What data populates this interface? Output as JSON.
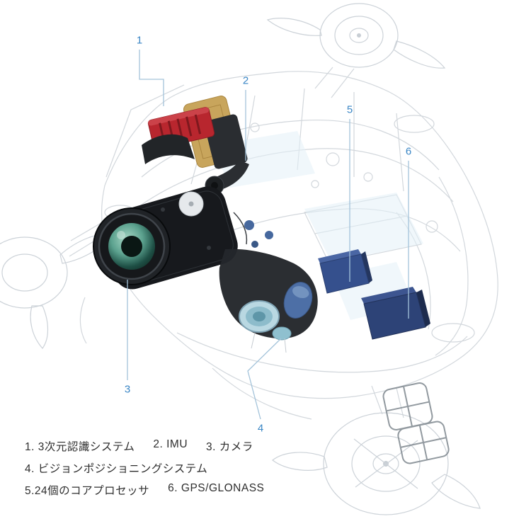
{
  "colors": {
    "background": "#ffffff",
    "accent": "#3a86c5",
    "leader": "#a3c3da",
    "legend_text": "#2e2e2e",
    "wireframe": "#d2d7dc",
    "camera_black": "#17191d",
    "lens_teal": "#5ba18e",
    "sensor_red": "#b8262e",
    "frame_gold": "#c8a55c",
    "processor_blue": "#35508d",
    "gps_blue": "#2d4377",
    "vision_blue": "#4d6fa6",
    "vision_teal": "#b9d8e2"
  },
  "callouts": [
    {
      "number": "1"
    },
    {
      "number": "2"
    },
    {
      "number": "3"
    },
    {
      "number": "4"
    },
    {
      "number": "5"
    },
    {
      "number": "6"
    }
  ],
  "legend": {
    "row1": [
      {
        "text": "1. 3次元認識システム"
      },
      {
        "text": "2. IMU"
      },
      {
        "text": "3. カメラ"
      }
    ],
    "row2": [
      {
        "text": "4. ビジョンポジショニングシステム"
      }
    ],
    "row3": [
      {
        "text": "5.24個のコアプロセッサ"
      },
      {
        "text": "6. GPS/GLONASS"
      }
    ]
  }
}
